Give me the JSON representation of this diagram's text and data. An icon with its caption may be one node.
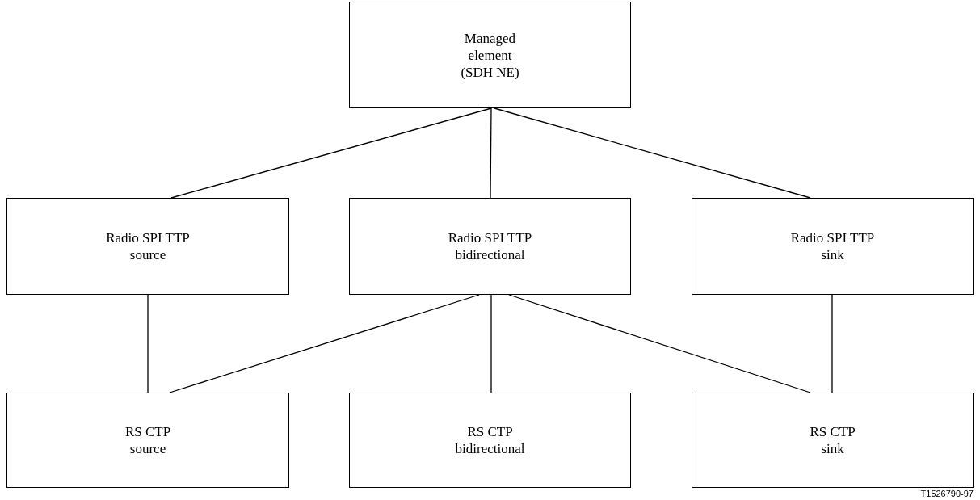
{
  "diagram": {
    "nodes": [
      {
        "text": [
          "Managed element (SDH NE)"
        ]
      },
      {
        "text": [
          "Radio SPI TTP source"
        ]
      },
      {
        "text": [
          "Radio SPI TTP bidirectional"
        ]
      },
      {
        "text": [
          "Radio SPI TTP sink"
        ]
      },
      {
        "text": [
          "RS CTP source"
        ]
      },
      {
        "text": [
          "RS CTP bidirectional"
        ]
      },
      {
        "text": [
          "RS CTP sink"
        ]
      }
    ],
    "edges": [
      {
        "from": 0,
        "to": 1,
        "arrow": "none"
      },
      {
        "from": 0,
        "to": 2,
        "arrow": "none"
      },
      {
        "from": 0,
        "to": 3,
        "arrow": "none"
      },
      {
        "from": 1,
        "to": 4,
        "arrow": "none"
      },
      {
        "from": 2,
        "to": 4,
        "arrow": "none"
      },
      {
        "from": 2,
        "to": 5,
        "arrow": "none"
      },
      {
        "from": 2,
        "to": 6,
        "arrow": "none"
      },
      {
        "from": 3,
        "to": 6,
        "arrow": "none"
      }
    ],
    "labels": [
      "T1526790-97"
    ]
  }
}
